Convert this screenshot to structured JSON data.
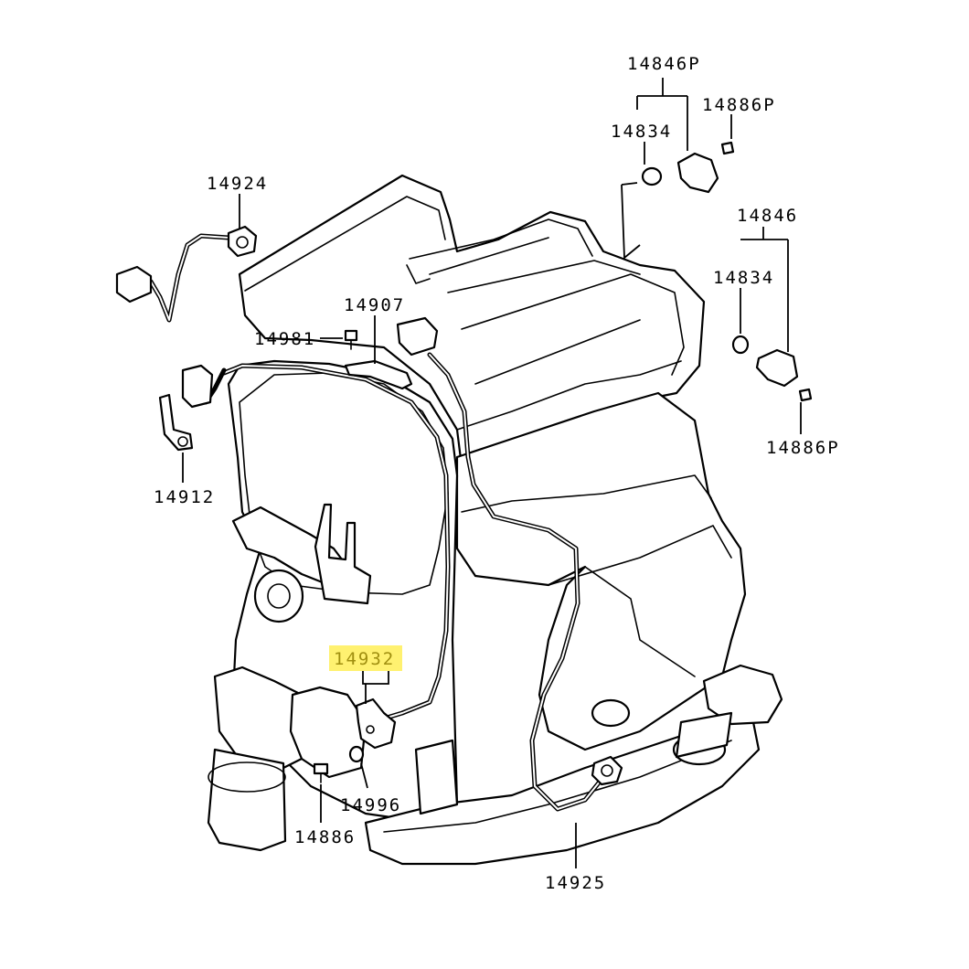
{
  "diagram": {
    "labels": {
      "p14846P": "14846P",
      "p14886P_top": "14886P",
      "p14834_top": "14834",
      "p14924": "14924",
      "p14846": "14846",
      "p14834_right": "14834",
      "p14907": "14907",
      "p14981": "14981",
      "p14886P_right": "14886P",
      "p14912": "14912",
      "p14932": "14932",
      "p14996": "14996",
      "p14886": "14886",
      "p14925": "14925"
    },
    "highlighted_part": "14932",
    "highlight_color": "#fff170"
  }
}
